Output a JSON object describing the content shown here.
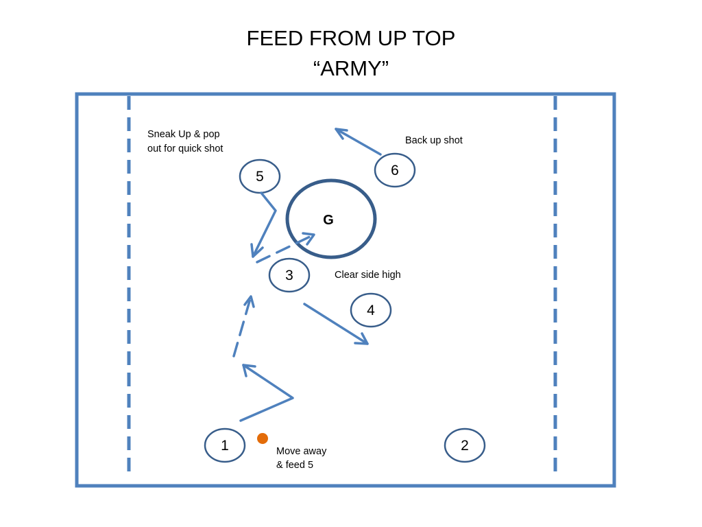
{
  "title": {
    "line1": "FEED FROM UP TOP",
    "line2": "“ARMY”"
  },
  "colors": {
    "court_line": "#4f81bd",
    "circle_stroke": "#385d8a",
    "goalie_stroke": "#385d8a",
    "ball": "#e36c09",
    "text": "#000000",
    "background": "#ffffff"
  },
  "goalie": {
    "label": "G"
  },
  "players": {
    "p1": "1",
    "p2": "2",
    "p3": "3",
    "p4": "4",
    "p5": "5",
    "p6": "6"
  },
  "notes": {
    "sneak_line1": "Sneak Up & pop",
    "sneak_line2": "out for quick shot",
    "back_up_shot": "Back up shot",
    "clear_side_high": "Clear side high",
    "move_away_line1": "Move away",
    "move_away_line2": "& feed 5"
  },
  "icons": {
    "ball": "ball-dot",
    "movement": "solid-arrow",
    "pass": "dashed-arrow"
  }
}
